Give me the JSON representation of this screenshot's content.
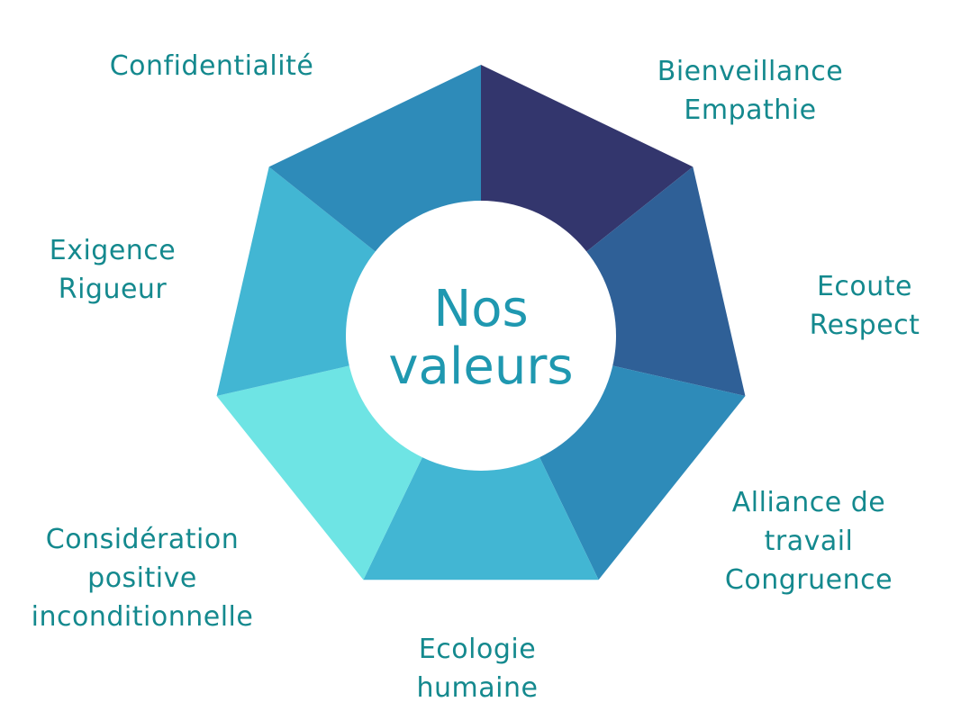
{
  "diagram": {
    "type": "donut",
    "center": {
      "line1": "Nos",
      "line2": "valeurs"
    },
    "segments": [
      {
        "id": "bienveillance",
        "lines": [
          "Bienveillance",
          "Empathie"
        ],
        "color": "#33366d"
      },
      {
        "id": "ecoute",
        "lines": [
          "Ecoute",
          "Respect"
        ],
        "color": "#2f6097"
      },
      {
        "id": "alliance",
        "lines": [
          "Alliance de",
          "travail",
          "Congruence"
        ],
        "color": "#2e8bb9"
      },
      {
        "id": "ecologie",
        "lines": [
          "Ecologie",
          "humaine"
        ],
        "color": "#42b6d3"
      },
      {
        "id": "consideration",
        "lines": [
          "Considération",
          "positive",
          "inconditionnelle"
        ],
        "color": "#6ee4e4"
      },
      {
        "id": "exigence",
        "lines": [
          "Exigence",
          "Rigueur"
        ],
        "color": "#42b6d3"
      },
      {
        "id": "confidentialite",
        "lines": [
          "Confidentialité"
        ],
        "color": "#2e8bb9"
      }
    ],
    "label_color": "#14898e",
    "center_color": "#1f98b0"
  }
}
